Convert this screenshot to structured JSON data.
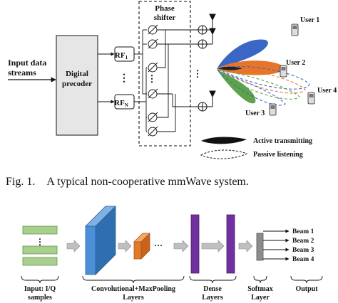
{
  "figure1": {
    "input_label": [
      "Input data",
      "streams"
    ],
    "precoder_label": [
      "Digital",
      "precoder"
    ],
    "rf1_main": "RF",
    "rf1_sub": "1",
    "rfn_main": "RF",
    "rfn_sub": "N",
    "vdots": "⋮",
    "phase_shifter_label": [
      "Phase",
      "shifter"
    ],
    "users": [
      "User 1",
      "User 2",
      "User 3",
      "User 4"
    ],
    "legend_active": "Active transmitting",
    "legend_passive": "Passive listening",
    "colors": {
      "blue": "#3a67c6",
      "orange": "#e8742a",
      "green": "#5ea34a"
    }
  },
  "caption": {
    "fig_label": "Fig. 1.",
    "text": "A typical non-cooperative mmWave system."
  },
  "figure2": {
    "input_label": [
      "Input: I/Q",
      "samples"
    ],
    "conv_label": [
      "Convolutional+MaxPooling",
      "Layers"
    ],
    "dense_label": [
      "Dense",
      "Layers"
    ],
    "softmax_label": [
      "Softmax",
      "Layer"
    ],
    "output_label": "Output",
    "ellipsis": "···",
    "beams": [
      "Beam 1",
      "Beam 2",
      "Beam 3",
      "Beam 4"
    ],
    "colors": {
      "input": "#a8d08d",
      "conv": "#4a90d9",
      "pool": "#e07b2a",
      "dense": "#7030a0",
      "softmax": "#8c8c8c"
    }
  }
}
